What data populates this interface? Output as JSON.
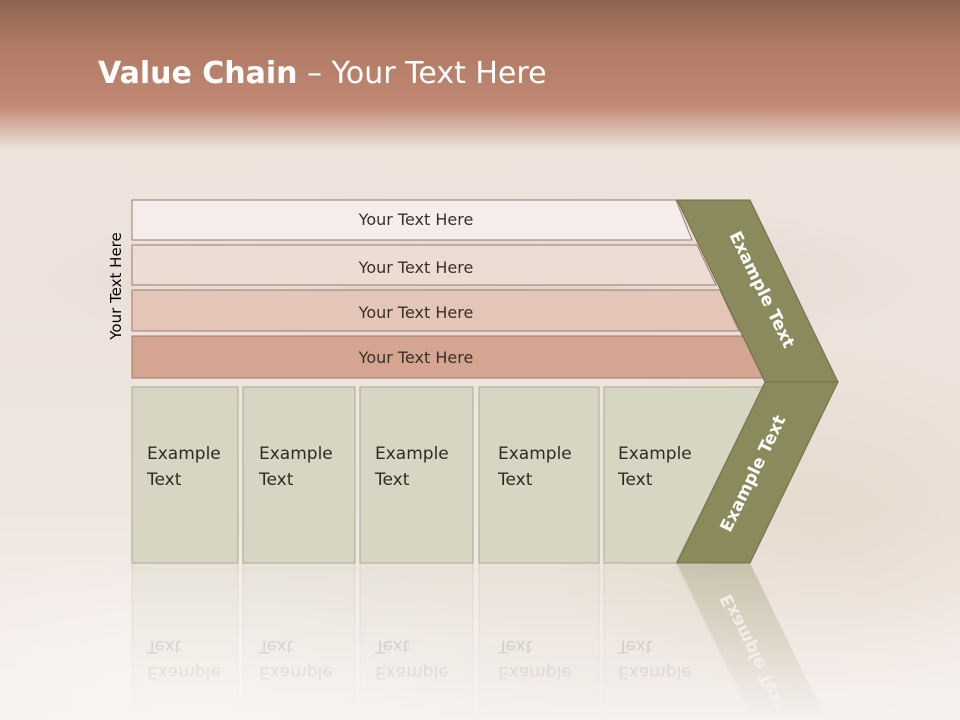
{
  "title": {
    "bold": "Value Chain",
    "rest": " – Your Text Here"
  },
  "side_label": "Your Text Here",
  "bands": [
    {
      "label": "Your Text Here"
    },
    {
      "label": "Your Text Here"
    },
    {
      "label": "Your Text Here"
    },
    {
      "label": "Your Text Here"
    }
  ],
  "boxes": [
    {
      "line1": "Example",
      "line2": "Text"
    },
    {
      "line1": "Example",
      "line2": "Text"
    },
    {
      "line1": "Example",
      "line2": "Text"
    },
    {
      "line1": "Example",
      "line2": "Text"
    },
    {
      "line1": "Example",
      "line2": "Text"
    }
  ],
  "arrow": {
    "upper_label": "Example Text",
    "lower_label": "Example Text"
  },
  "colors": {
    "band_1": "#f5ede9",
    "band_2": "#eddcd3",
    "band_3": "#e3c6b8",
    "band_4": "#d4a692",
    "box_fill": "#d6d6c2",
    "arrow": "#8b8a5c"
  }
}
